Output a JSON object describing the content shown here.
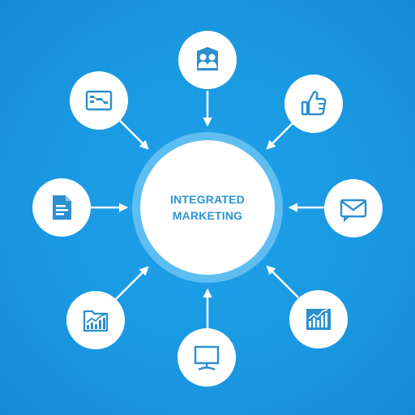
{
  "center": {
    "line1": "INTEGRATED",
    "line2": "MARKETING"
  },
  "nodes": [
    {
      "id": "top",
      "icon": "team-icon"
    },
    {
      "id": "top-right",
      "icon": "thumbs-up-icon"
    },
    {
      "id": "right",
      "icon": "email-icon"
    },
    {
      "id": "bottom-right",
      "icon": "bar-chart-icon"
    },
    {
      "id": "bottom",
      "icon": "monitor-icon"
    },
    {
      "id": "bottom-left",
      "icon": "growth-chart-icon"
    },
    {
      "id": "left",
      "icon": "document-icon"
    },
    {
      "id": "top-left",
      "icon": "presentation-icon"
    }
  ],
  "colors": {
    "background": "#1a98e2",
    "icon": "#2b8fd0",
    "text": "#2b95d6",
    "arrow": "#ffffff"
  }
}
